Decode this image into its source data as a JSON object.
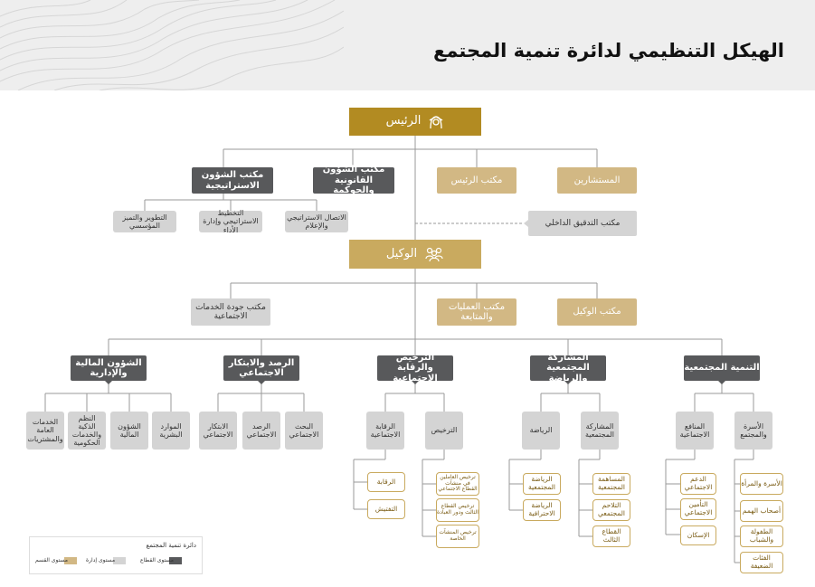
{
  "title": "الهيكل التنظيمي لدائرة تنمية المجتمع",
  "colors": {
    "gold": "#b28b22",
    "tan": "#d2b884",
    "dark": "#58595b",
    "grey": "#d4d4d4",
    "header_bg": "#eeeeee"
  },
  "icons": {
    "chairman": "man-head-icon",
    "undersecretary": "group-icon"
  },
  "top": {
    "chairman": "الرئيس",
    "advisors": "المستشارين",
    "chairman_office": "مكتب الرئيس",
    "legal_office": "مكتب الشؤون القانونية والحوكمة",
    "strategic_office": "مكتب الشؤون الاستراتيجية",
    "audit_office": "مكتب التدقيق الداخلي"
  },
  "strategic_units": [
    "الاتصال الاستراتيجي والإعلام",
    "التخطيط الاستراتيجي وإدارة الأداء",
    "التطوير والتميز المؤسسي"
  ],
  "undersecretary": {
    "label": "الوكيل",
    "office": "مكتب الوكيل",
    "operations": "مكتب العمليات والمتابعة",
    "quality": "مكتب جودة الخدمات الاجتماعية"
  },
  "sectors": [
    {
      "name": "التنمية المجتمعية",
      "depts": [
        {
          "name": "الأسرة والمجتمع",
          "units": [
            "الأسرة والمرأة",
            "أصحاب الهمم",
            "الطفولة والشباب",
            "الفئات الضعيفة"
          ]
        },
        {
          "name": "المنافع الاجتماعية",
          "units": [
            "الدعم الاجتماعي",
            "التأمين الاجتماعي",
            "الإسكان"
          ]
        }
      ]
    },
    {
      "name": "المشاركة المجتمعية والرياضة",
      "depts": [
        {
          "name": "المشاركة المجتمعية",
          "units": [
            "المساهمة المجتمعية",
            "التلاحم المجتمعي",
            "القطاع الثالث"
          ]
        },
        {
          "name": "الرياضة",
          "units": [
            "الرياضة المجتمعية",
            "الرياضة الاحترافية"
          ]
        }
      ]
    },
    {
      "name": "الترخيص والرقابة الاجتماعية",
      "depts": [
        {
          "name": "الترخيص",
          "units": [
            "ترخيص العاملين في منشآت القطاع الاجتماعي",
            "ترخيص القطاع الثالث ودور العبادة",
            "ترخيص المنشآت الخاصة"
          ]
        },
        {
          "name": "الرقابة الاجتماعية",
          "units": [
            "الرقابة",
            "التفتيش"
          ]
        }
      ]
    },
    {
      "name": "الرصد والابتكار الاجتماعي",
      "depts": [
        {
          "name": "البحث الاجتماعي"
        },
        {
          "name": "الرصد الاجتماعي"
        },
        {
          "name": "الابتكار الاجتماعي"
        }
      ]
    },
    {
      "name": "الشؤون المالية والإدارية",
      "depts": [
        {
          "name": "الموارد البشرية"
        },
        {
          "name": "الشؤون المالية"
        },
        {
          "name": "النظم الذكية والخدمات الحكومية"
        },
        {
          "name": "الخدمات العامة والمشتريات"
        }
      ]
    }
  ],
  "legend": {
    "title": "دائرة تنمية المجتمع",
    "sector": "مستوى القطاع",
    "department": "مستوى إدارة",
    "section": "مستوى القسم"
  }
}
